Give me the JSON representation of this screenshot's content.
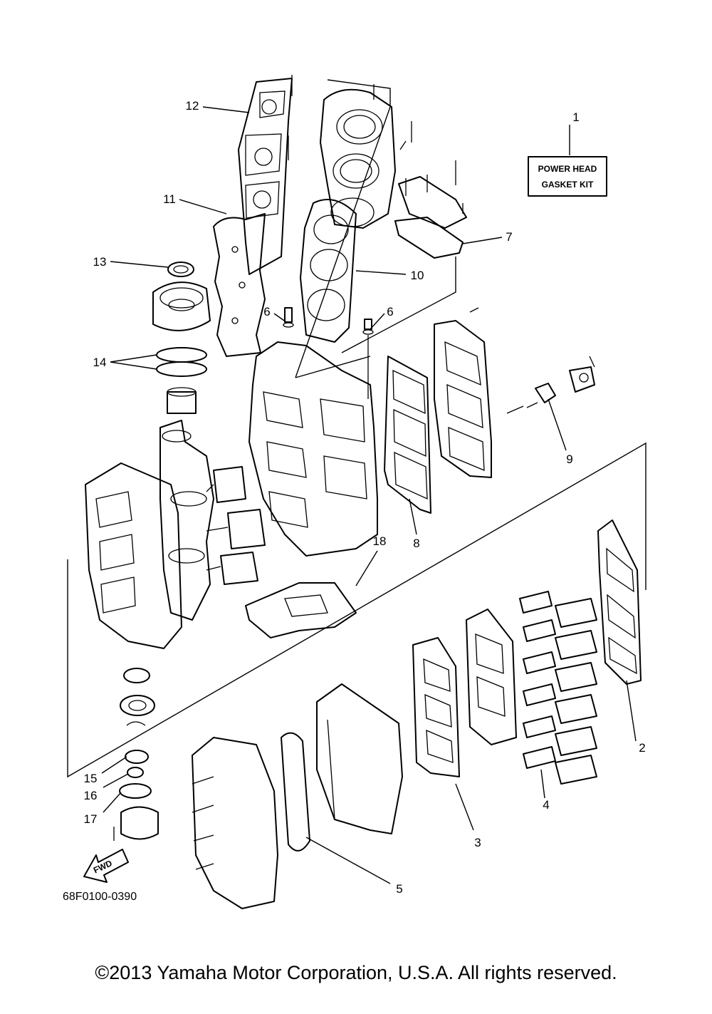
{
  "diagram": {
    "part_number": "68F0100-0390",
    "kit_label": [
      "POWER HEAD",
      "GASKET KIT"
    ],
    "fwd_label": "FWD",
    "callouts": [
      "1",
      "2",
      "3",
      "4",
      "5",
      "6",
      "6",
      "7",
      "8",
      "9",
      "10",
      "11",
      "12",
      "13",
      "14",
      "15",
      "16",
      "17",
      "18"
    ]
  },
  "footer": {
    "copyright": "©2013 Yamaha Motor Corporation, U.S.A. All rights reserved."
  }
}
